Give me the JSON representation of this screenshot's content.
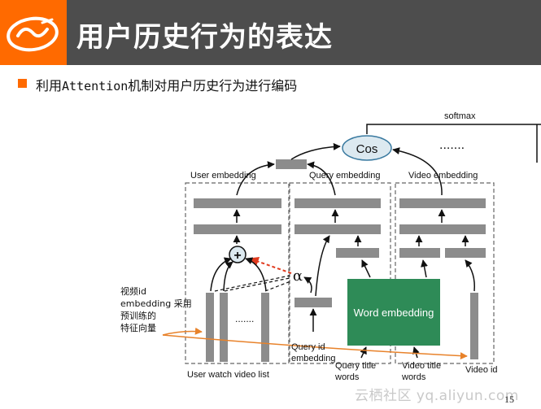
{
  "slide": {
    "title": "用户历史行为的表达",
    "subtitle_prefix": "利用",
    "subtitle_term": "Attention",
    "subtitle_suffix": "机制对用户历史行为进行编码",
    "page_number": "15",
    "watermark": "云栖社区 yq.aliyun.com"
  },
  "diagram": {
    "softmax": "softmax",
    "cos": "Cos",
    "top_ellipsis": ".......",
    "user_embedding": "User embedding",
    "query_embedding": "Query embedding",
    "video_embedding": "Video embedding",
    "plus": "+",
    "alpha": "α",
    "list_ellipsis": ".......",
    "word_embedding": "Word embedding",
    "video_id_note": [
      "视频id",
      "embedding 采用",
      "预训练的",
      "特征向量"
    ],
    "query_id": [
      "Query id",
      "embedding"
    ],
    "query_title": [
      "Query title",
      "words"
    ],
    "video_title": [
      "Video title",
      "words"
    ],
    "video_id": "Video id",
    "user_watch": "User watch video list"
  },
  "colors": {
    "header_bg": "#4d4d4d",
    "brand_orange": "#ff6a00",
    "bar_gray": "#8c8c8c",
    "word_embedding_green": "#2e8b57",
    "cos_fill": "#dce9f0",
    "attention_red": "#e03a1e",
    "orange_arrow": "#e8822a"
  },
  "icons": [
    "alibaba-logo-icon"
  ]
}
